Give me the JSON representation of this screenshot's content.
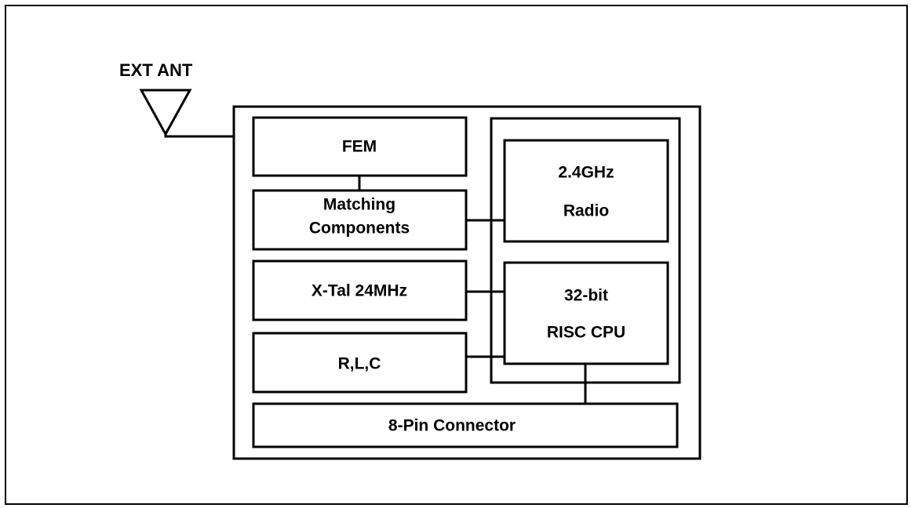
{
  "antenna": {
    "label": "EXT ANT"
  },
  "blocks": {
    "fem": "FEM",
    "matching_line1": "Matching",
    "matching_line2": "Components",
    "xtal": "X-Tal 24MHz",
    "rlc": "R,L,C",
    "radio_line1": "2.4GHz",
    "radio_line2": "Radio",
    "cpu_line1": "32-bit",
    "cpu_line2": "RISC CPU",
    "connector": "8-Pin Connector"
  }
}
